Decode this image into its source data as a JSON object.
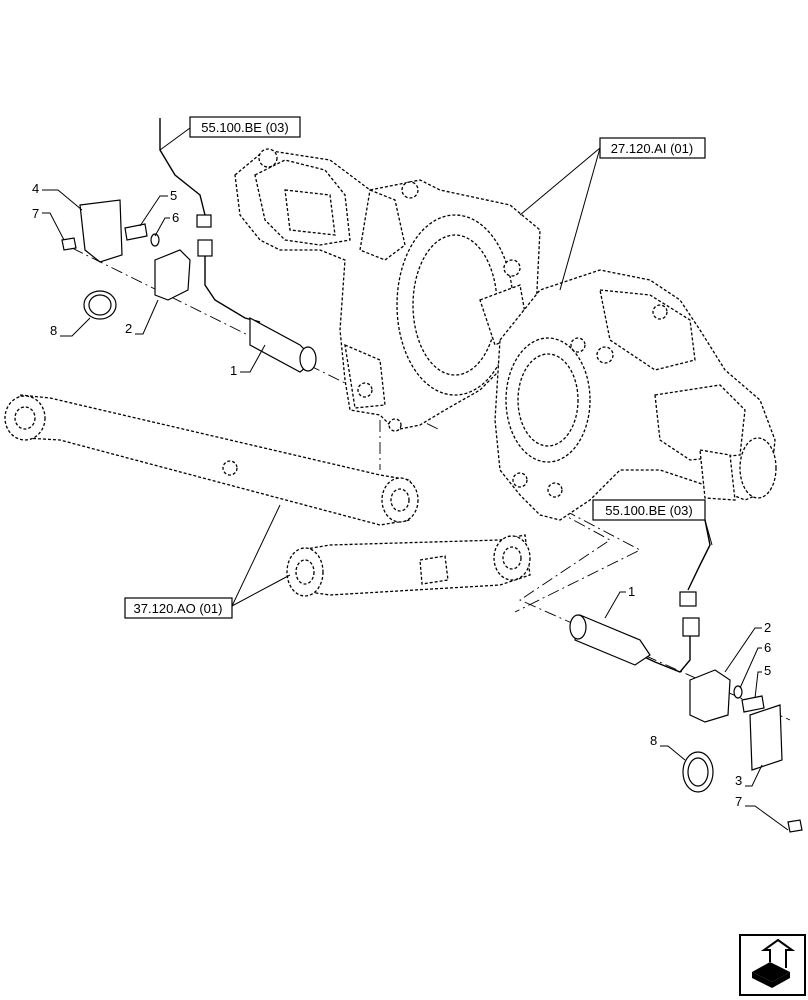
{
  "references": [
    {
      "id": "ref-55-top",
      "text": "55.100.BE (03)"
    },
    {
      "id": "ref-27",
      "text": "27.120.AI (01)"
    },
    {
      "id": "ref-55-right",
      "text": "55.100.BE (03)"
    },
    {
      "id": "ref-37",
      "text": "37.120.AO (01)"
    }
  ],
  "callouts_left": {
    "c4": "4",
    "c7": "7",
    "c5": "5",
    "c6": "6",
    "c8": "8",
    "c2": "2",
    "c1": "1"
  },
  "callouts_right": {
    "c1": "1",
    "c2": "2",
    "c6": "6",
    "c5": "5",
    "c8": "8",
    "c3": "3",
    "c7": "7"
  },
  "nav_icon": "next-page-arrow-icon"
}
